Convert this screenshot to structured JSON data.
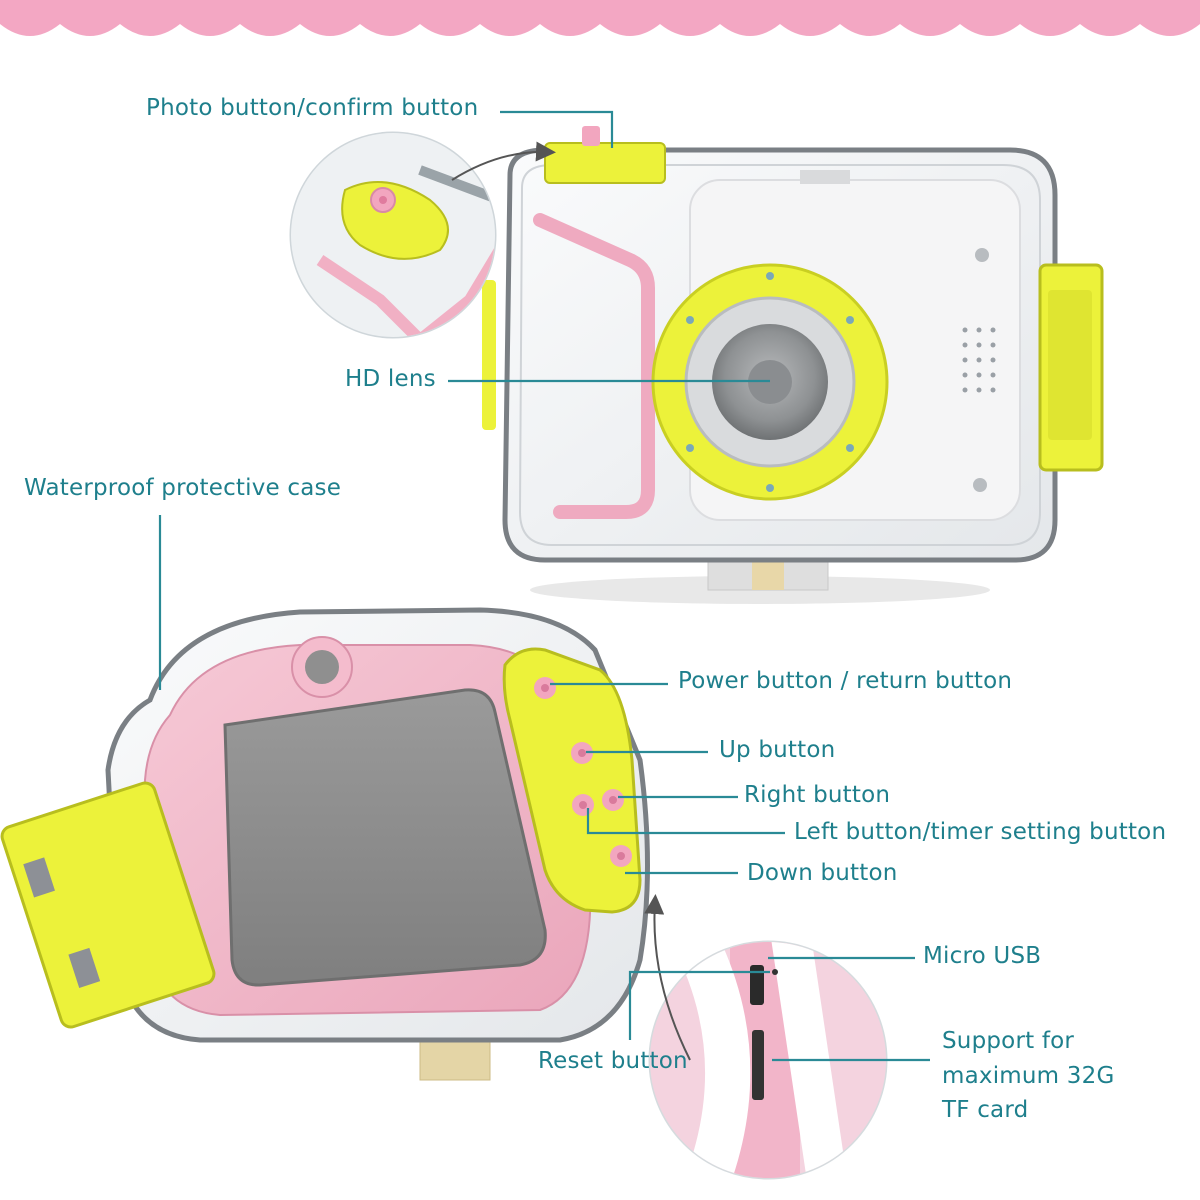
{
  "colors": {
    "label": "#1e7f8c",
    "leader_line": "#2a8a96",
    "scallop": "#f3a7c3",
    "camera_yellow": "#ecf23a",
    "camera_pink": "#f2b8c8",
    "screen_gray": "#8d8d8d",
    "case_clear": "#eef0f2"
  },
  "labels": {
    "photo_button": "Photo button/confirm button",
    "hd_lens": "HD lens",
    "waterproof_case": "Waterproof protective case",
    "power_button": "Power button / return button",
    "up_button": "Up button",
    "right_button": "Right button",
    "left_button": "Left button/timer setting button",
    "down_button": "Down button",
    "micro_usb": "Micro USB",
    "reset_button": "Reset button",
    "tf_card_line1": "Support for",
    "tf_card_line2": "maximum 32G",
    "tf_card_line3": "TF card"
  }
}
